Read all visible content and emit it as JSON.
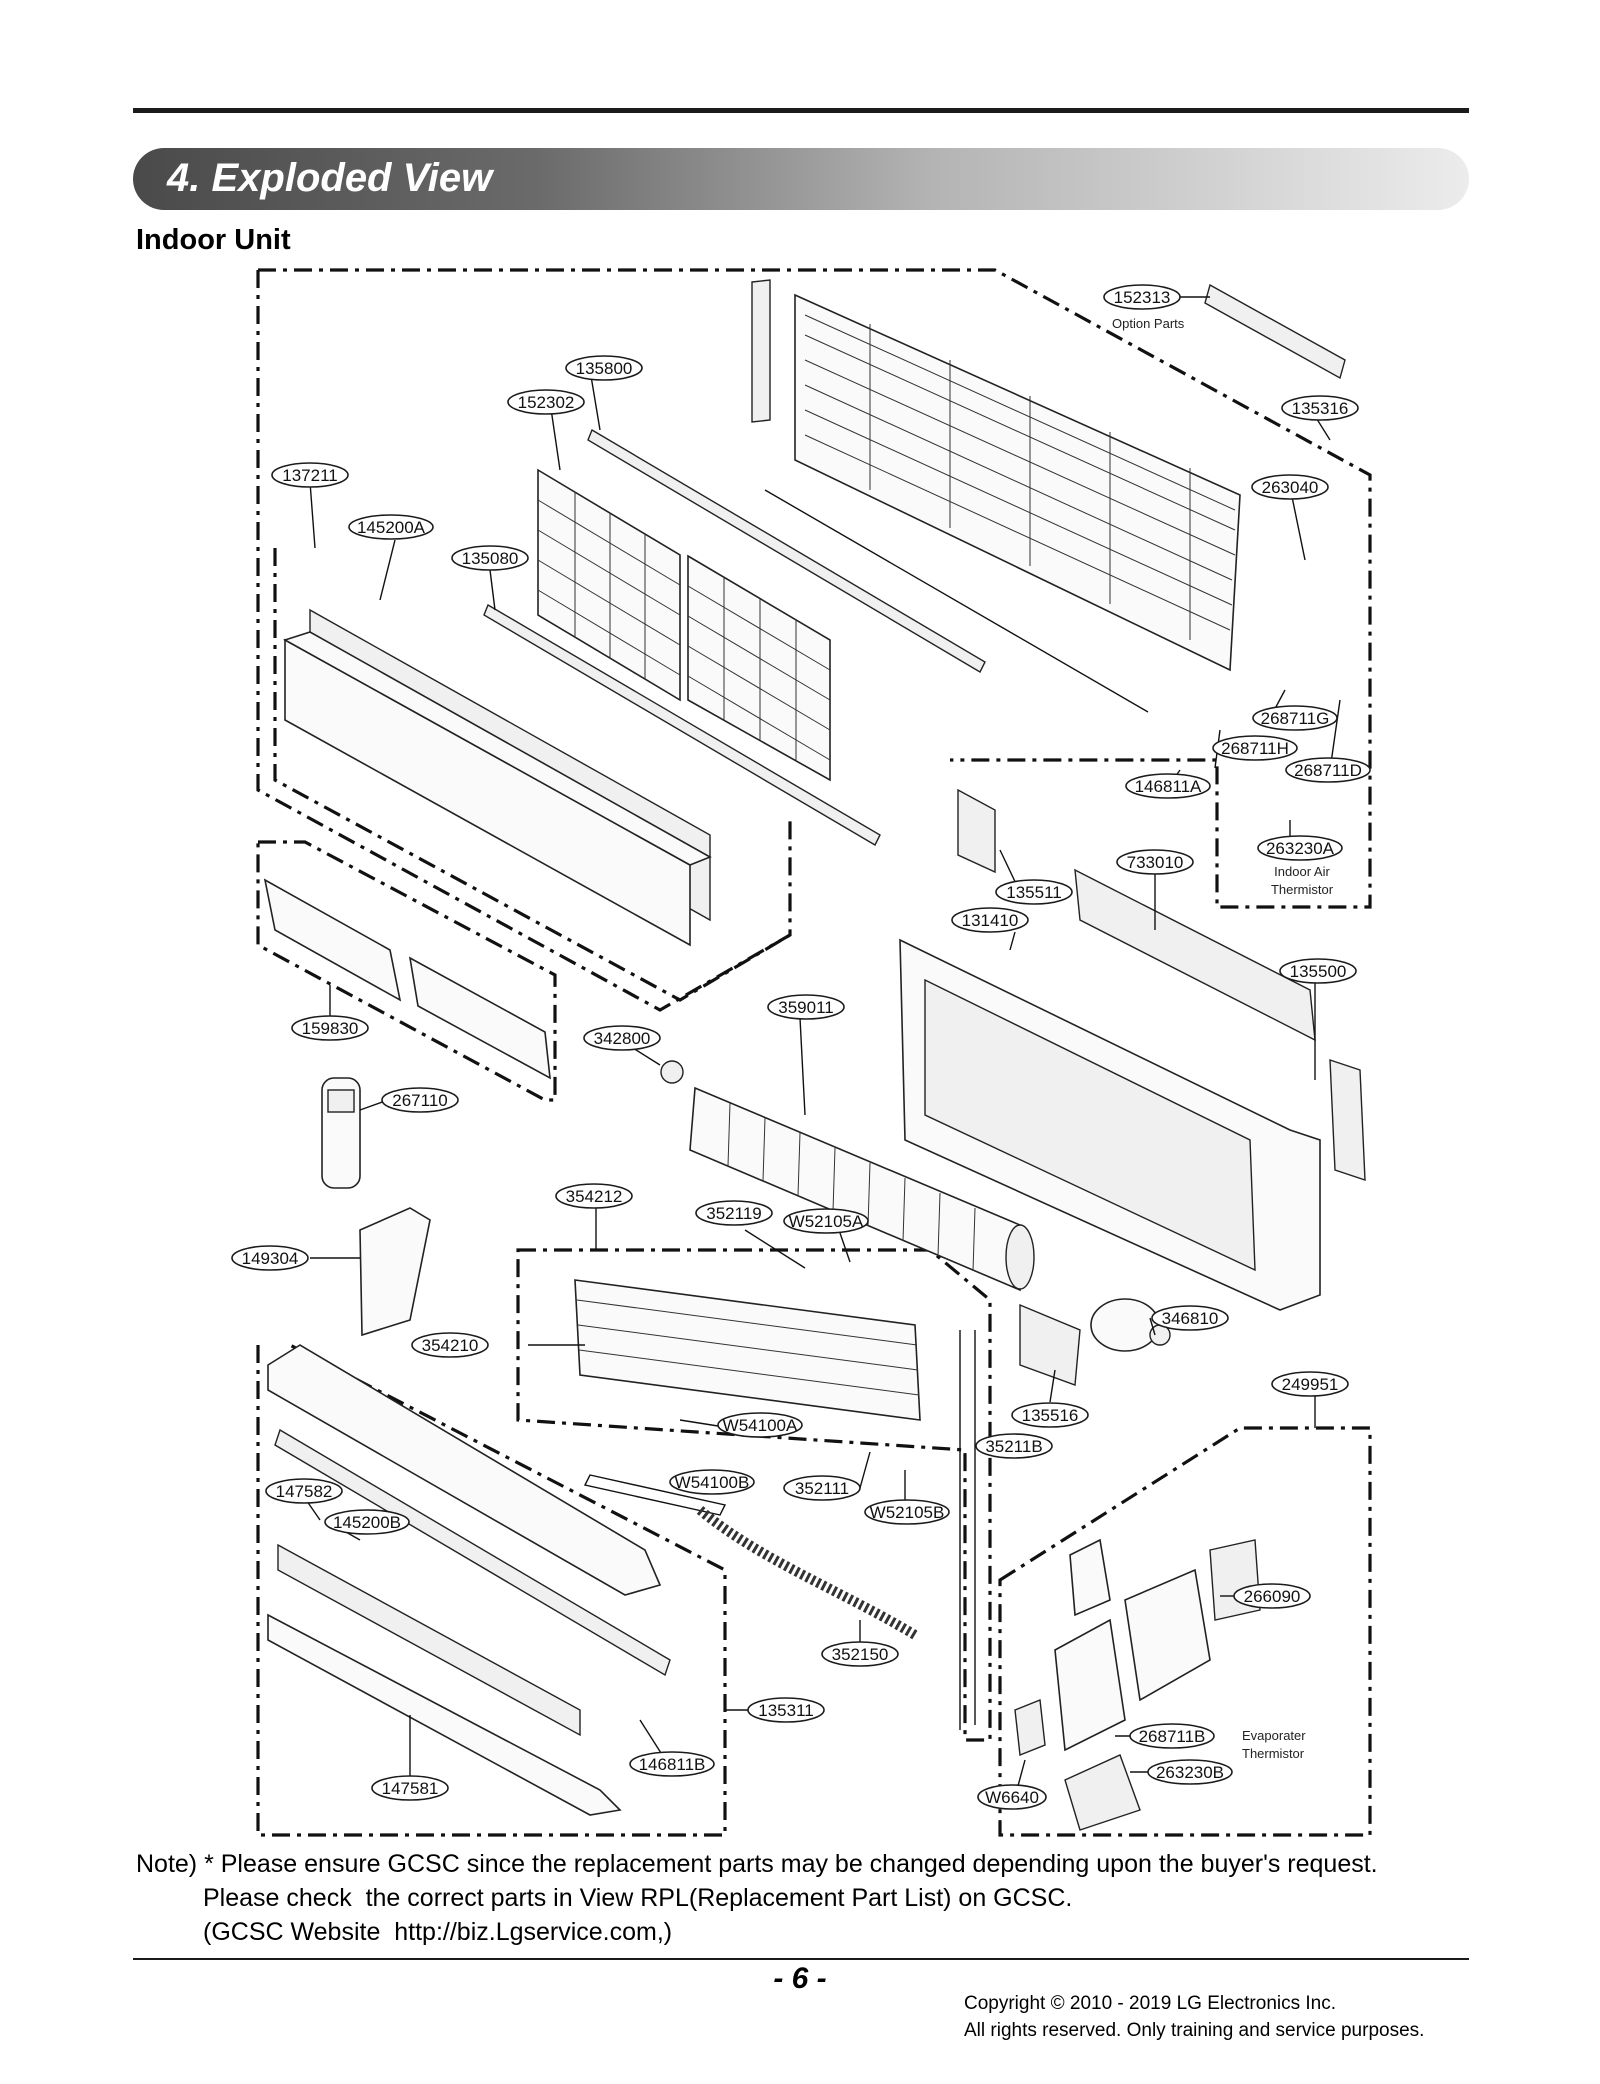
{
  "section_title": "4. Exploded View",
  "subtitle": "Indoor Unit",
  "parts": {
    "p152313": "152313",
    "option_parts": "Option Parts",
    "p135800": "135800",
    "p152302": "152302",
    "p135316": "135316",
    "p137211": "137211",
    "p263040": "263040",
    "p145200A": "145200A",
    "p135080": "135080",
    "p268711G": "268711G",
    "p268711H": "268711H",
    "p268711D": "268711D",
    "p146811A": "146811A",
    "p263230A": "263230A",
    "indoor_air_thermistor_1": "Indoor Air",
    "indoor_air_thermistor_2": "Thermistor",
    "p733010": "733010",
    "p135511": "135511",
    "p131410": "131410",
    "p135500": "135500",
    "p359011": "359011",
    "p159830": "159830",
    "p342800": "342800",
    "p267110": "267110",
    "p354212": "354212",
    "p352119": "352119",
    "pW52105A": "W52105A",
    "p149304": "149304",
    "p354210": "354210",
    "p346810": "346810",
    "p249951": "249951",
    "p135516": "135516",
    "pW54100A": "W54100A",
    "p35211B": "35211B",
    "p147582": "147582",
    "pW54100B": "W54100B",
    "p352111": "352111",
    "pW52105B": "W52105B",
    "p145200B": "145200B",
    "p266090": "266090",
    "p352150": "352150",
    "p135311": "135311",
    "p268711B": "268711B",
    "evaporater_thermistor_1": "Evaporater",
    "evaporater_thermistor_2": "Thermistor",
    "p146811B": "146811B",
    "p263230B": "263230B",
    "p147581": "147581",
    "pW6640": "W6640"
  },
  "note": {
    "line1": "Note) * Please ensure GCSC since the replacement parts may be changed depending upon the buyer's request.",
    "line2": "Please check  the correct parts in View RPL(Replacement Part List) on GCSC.",
    "line3": "(GCSC Website  http://biz.Lgservice.com,)"
  },
  "page_number": "- 6 -",
  "copyright": {
    "line1": "Copyright © 2010 - 2019 LG Electronics Inc.",
    "line2": "All rights reserved. Only training and service purposes."
  }
}
